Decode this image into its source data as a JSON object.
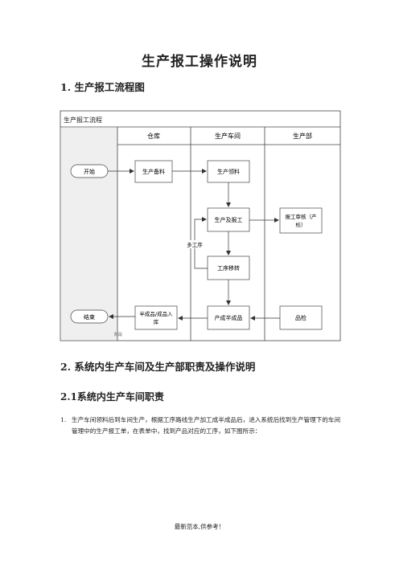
{
  "document": {
    "title": "生产报工操作说明",
    "section1": "1. 生产报工流程图",
    "section2": "2. 系统内生产车间及生产部职责及操作说明",
    "section2_1": "2.1系统内生产车间职责",
    "list_number": "1.",
    "paragraph": "生产车间领料后到车间生产，根据工序路线生产加工成半成品后，进入系统后找到生产管理下的车间管理中的生产报工单，在表单中，找到产品对应的工序，如下图所示：",
    "footer": "最新范本,供参考！"
  },
  "flowchart": {
    "title": "生产报工流程",
    "lanes": [
      "仓库",
      "生产车间",
      "生产部"
    ],
    "left_lane_label": "阶段",
    "nodes": {
      "start": "开始",
      "end": "结束",
      "prep": "生产备料",
      "pick": "生产领料",
      "produce": "生产及报工",
      "audit_line1": "报工审核（产",
      "audit_line2": "检）",
      "transfer": "工序移转",
      "multi": "多工序",
      "semi": "产成半成品",
      "store_line1": "半成品/成品入",
      "store_line2": "库",
      "qc": "品检"
    }
  }
}
